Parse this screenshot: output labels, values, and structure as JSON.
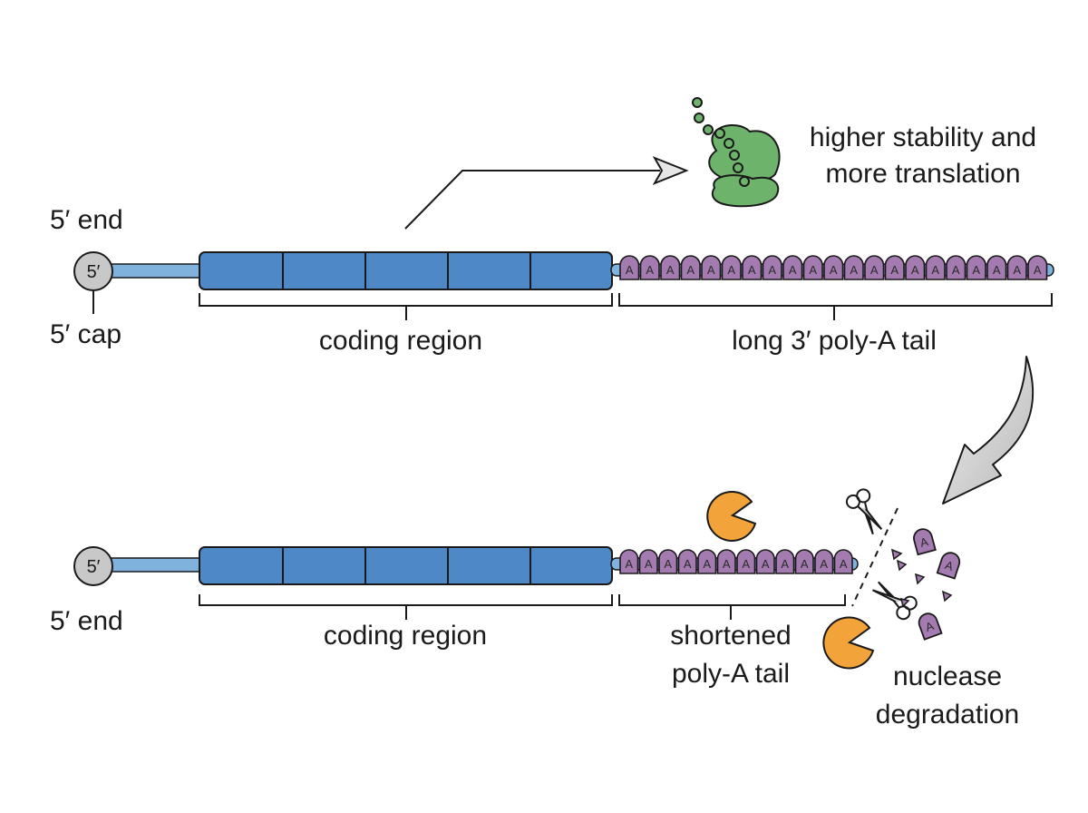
{
  "top": {
    "end_label": "5′ end",
    "cap_text": "5′",
    "cap_label": "5′ cap",
    "coding_label": "coding region",
    "tail_label": "long 3′ poly-A tail",
    "tail_letter": "A",
    "tail_count": 21,
    "outcome_lines": [
      "higher stability and",
      "more translation"
    ]
  },
  "bottom": {
    "end_label": "5′ end",
    "cap_text": "5′",
    "coding_label": "coding region",
    "tail_label_lines": [
      "shortened",
      "poly-A tail"
    ],
    "tail_letter": "A",
    "tail_count": 12,
    "outcome_lines": [
      "nuclease",
      "degradation"
    ],
    "fragment_letter": "A"
  },
  "colors": {
    "coding": "#4f88c6",
    "linker": "#7fb2dd",
    "tail": "#a37bb0",
    "cap": "#c8c8c8",
    "ribosome": "#6db36b",
    "nuclease": "#f2a33a"
  }
}
